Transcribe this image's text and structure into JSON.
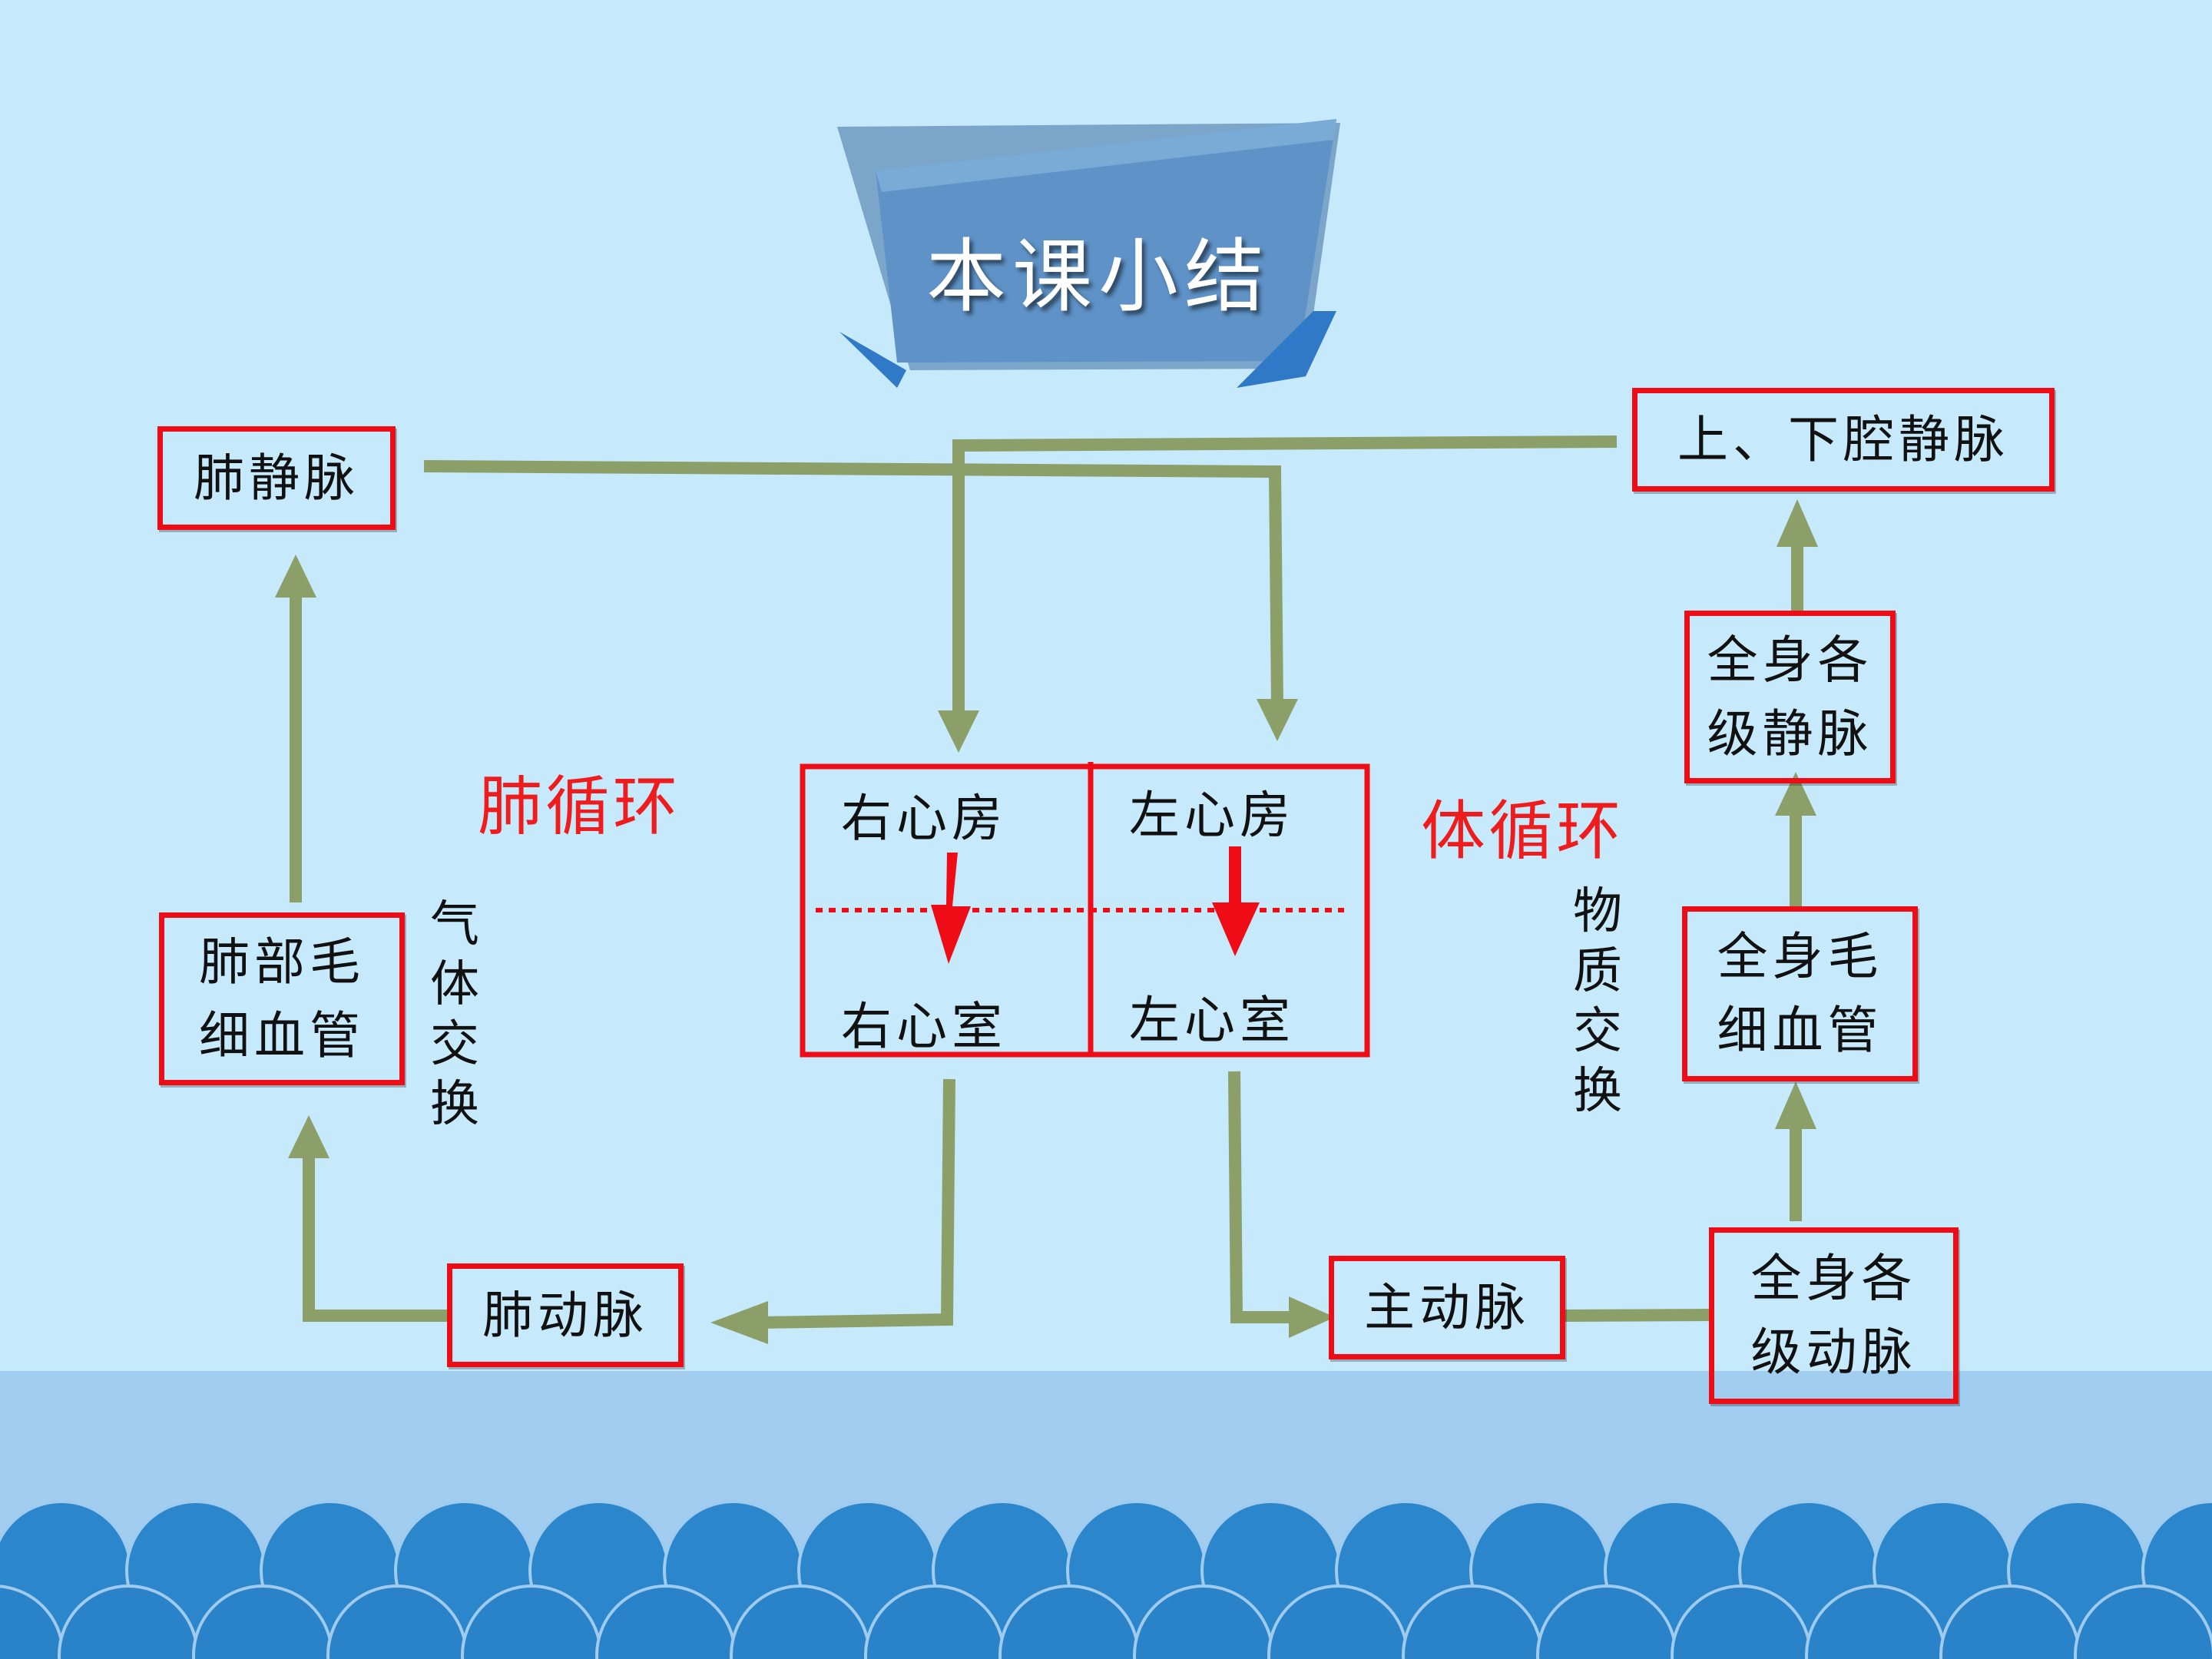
{
  "title": "本课小结",
  "nodes": {
    "pulmonary_vein": "肺静脉",
    "vena_cava": "上、下腔静脉",
    "body_veins": "全身各\n级静脉",
    "lung_capillaries": "肺部毛\n细血管",
    "body_capillaries": "全身毛\n细血管",
    "pulmonary_artery": "肺动脉",
    "aorta": "主动脉",
    "body_arteries": "全身各\n级动脉"
  },
  "heart": {
    "right_atrium": "右心房",
    "left_atrium": "左心房",
    "right_ventricle": "右心室",
    "left_ventricle": "左心室"
  },
  "circulation": {
    "pulmonary": "肺循环",
    "systemic": "体循环"
  },
  "exchange": {
    "gas": "气体交换",
    "material": "物质交换"
  },
  "colors": {
    "background": "#c6e9fc",
    "arrow": "#8c9f68",
    "box_border": "#ee0d17",
    "circulation_label": "#ee1c1c",
    "wave": "#2b86cc",
    "title_banner": "#5f93c8"
  }
}
